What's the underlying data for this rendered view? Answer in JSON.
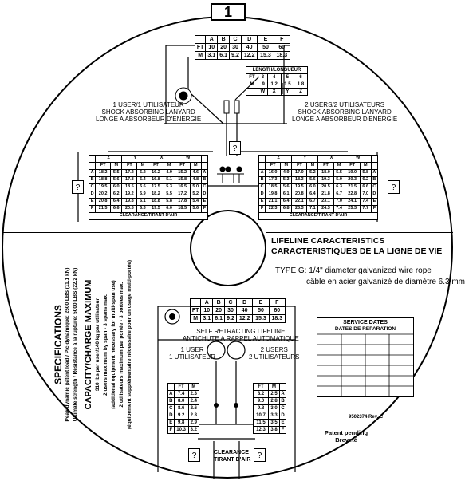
{
  "page_number": "1",
  "top_length_table": {
    "headers": [
      "",
      "A",
      "B",
      "C",
      "D",
      "E",
      "F"
    ],
    "rows": [
      [
        "FT",
        "10",
        "20",
        "30",
        "40",
        "50",
        "60"
      ],
      [
        "M",
        "3.1",
        "6.1",
        "9.2",
        "12.2",
        "15.3",
        "18.3"
      ]
    ]
  },
  "length_table": {
    "title": "LENGTH/LONGUEUR",
    "rows": [
      [
        "FT",
        "3",
        "4",
        "5",
        "6"
      ],
      [
        "M",
        ".9",
        "1.2",
        "1.5",
        "1.8"
      ],
      [
        "",
        "W",
        "X",
        "Y",
        "Z"
      ]
    ]
  },
  "one_user": {
    "line1": "1 USER/1 UTILISATEUR",
    "line2": "SHOCK ABSORBING LANYARD",
    "line3": "LONGE A ABSORBEUR D'ENERGIE"
  },
  "two_users": {
    "line1": "2 USERS/2 UTILISATEURS",
    "line2": "SHOCK ABSORBING LANYARD",
    "line3": "LONGE A ABSORBEUR D'ENERGIE"
  },
  "unknown_mark": "?",
  "left_clearance_table": {
    "groups": [
      "Z",
      "Y",
      "X",
      "W"
    ],
    "subheaders": [
      "FT",
      "M",
      "FT",
      "M",
      "FT",
      "M",
      "FT",
      "M"
    ],
    "rows": [
      [
        "A",
        "18.2",
        "5.5",
        "17.2",
        "5.2",
        "16.2",
        "4.9",
        "15.2",
        "4.6",
        "A"
      ],
      [
        "B",
        "18.8",
        "5.6",
        "17.8",
        "5.4",
        "16.8",
        "5.1",
        "15.8",
        "4.8",
        "B"
      ],
      [
        "C",
        "19.5",
        "6.0",
        "18.5",
        "5.6",
        "17.5",
        "5.3",
        "16.5",
        "5.0",
        "C"
      ],
      [
        "D",
        "20.2",
        "6.2",
        "19.2",
        "5.9",
        "18.2",
        "5.5",
        "17.2",
        "5.2",
        "D"
      ],
      [
        "E",
        "20.8",
        "6.4",
        "19.8",
        "6.1",
        "18.8",
        "5.8",
        "17.8",
        "5.4",
        "E"
      ],
      [
        "F",
        "21.5",
        "6.6",
        "20.5",
        "6.3",
        "19.5",
        "6.0",
        "18.5",
        "5.6",
        "F"
      ]
    ],
    "footer": "CLEARANCE/TIRANT D'AIR"
  },
  "right_clearance_table": {
    "groups": [
      "Z",
      "Y",
      "X",
      "W"
    ],
    "subheaders": [
      "FT",
      "M",
      "FT",
      "M",
      "FT",
      "M",
      "FT",
      "M"
    ],
    "rows": [
      [
        "A",
        "16.0",
        "4.9",
        "17.0",
        "5.2",
        "18.0",
        "5.5",
        "19.0",
        "5.8",
        "A"
      ],
      [
        "B",
        "17.3",
        "5.3",
        "18.3",
        "5.6",
        "19.3",
        "5.9",
        "20.3",
        "6.2",
        "B"
      ],
      [
        "C",
        "18.5",
        "5.6",
        "19.5",
        "6.0",
        "20.5",
        "6.3",
        "21.5",
        "6.6",
        "C"
      ],
      [
        "D",
        "19.8",
        "6.1",
        "20.8",
        "6.4",
        "21.8",
        "6.7",
        "22.8",
        "7.0",
        "D"
      ],
      [
        "E",
        "21.1",
        "6.4",
        "22.1",
        "6.7",
        "23.1",
        "7.0",
        "24.1",
        "7.4",
        "E"
      ],
      [
        "F",
        "22.3",
        "6.8",
        "23.3",
        "7.1",
        "24.3",
        "7.4",
        "25.3",
        "7.7",
        "F"
      ]
    ],
    "footer": "CLEARANCE/TIRANT D'AIR"
  },
  "lifeline": {
    "title_en": "LIFELINE CARACTERISTICS",
    "title_fr": "CARACTERISTIQUES DE LA LIGNE DE VIE",
    "type_en": "TYPE G: 1/4\" diameter galvanized wire rope",
    "type_fr": "câble en acier galvanizé de diamètre 6.3 mm"
  },
  "specifications": {
    "title": "SPECIFICATIONS",
    "line1": "Peak dynamic patent load / Pic dynamique: 2500 LBS (11.1 kN)",
    "line2": "Ultimate strength / Résistance à la rupture: 5000 LBS (22.2 kN)",
    "capacity_title": "CAPACITY/CHARGE MAXIMUM",
    "cap1": "310 lbs per user/140 kg par utilisateur",
    "cap2": "2 users maximum by span - 3 spans max.",
    "cap3": "(additional equipment necessary for multi-span use)",
    "cap4": "2 utilisateurs maximum par portée - 3 portées max.",
    "cap5": "(équipement supplémentaire nécessaire pour un usage multi-portée)"
  },
  "bottom_length_table": {
    "headers": [
      "",
      "A",
      "B",
      "C",
      "D",
      "E",
      "F"
    ],
    "rows": [
      [
        "FT",
        "10",
        "20",
        "30",
        "40",
        "50",
        "60"
      ],
      [
        "M",
        "3.1",
        "6.1",
        "9.2",
        "12.2",
        "15.3",
        "18.3"
      ]
    ]
  },
  "srl": {
    "line1": "SELF RETRACTING LIFELINE",
    "line2": "ANTICHUTE A RAPPEL AUTOMATIQUE"
  },
  "bottom_one_user": {
    "line1": "1 USER",
    "line2": "1 UTILISATEUR"
  },
  "bottom_two_users": {
    "line1": "2 USERS",
    "line2": "2 UTILISATEURS"
  },
  "bottom_left_table": {
    "headers": [
      "",
      "FT",
      "M"
    ],
    "rows": [
      [
        "A",
        "7.4",
        "2.3"
      ],
      [
        "B",
        "8.0",
        "2.4"
      ],
      [
        "C",
        "8.6",
        "2.6"
      ],
      [
        "D",
        "9.2",
        "2.8"
      ],
      [
        "E",
        "9.8",
        "2.9"
      ],
      [
        "F",
        "10.3",
        "3.2"
      ]
    ]
  },
  "bottom_right_table": {
    "headers": [
      "FT",
      "M",
      ""
    ],
    "rows": [
      [
        "8.2",
        "2.5",
        "A"
      ],
      [
        "9.0",
        "2.8",
        "B"
      ],
      [
        "9.8",
        "3.0",
        "C"
      ],
      [
        "10.7",
        "3.3",
        "D"
      ],
      [
        "11.5",
        "3.5",
        "E"
      ],
      [
        "12.3",
        "3.8",
        "F"
      ]
    ]
  },
  "bottom_clearance": {
    "line1": "CLEARANCE",
    "line2": "TIRANT D'AIR"
  },
  "service_dates": {
    "title1": "SERVICE DATES",
    "title2": "DATES DE REPARATION",
    "part_number": "9502374 Rev. C"
  },
  "patent": {
    "line1": "Patent pending",
    "line2": "Breveté"
  }
}
